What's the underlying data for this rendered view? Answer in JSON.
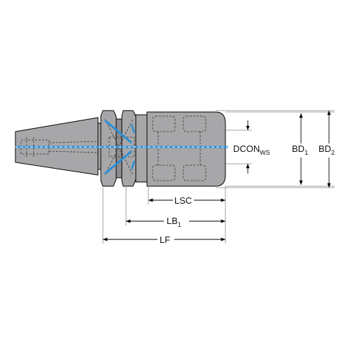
{
  "colors": {
    "body": "#a7a7a9",
    "body_dark": "#8d8d90",
    "outline": "#000000",
    "coolant": "#2a8fd6",
    "dim_line": "#000000",
    "ext_line": "#888888"
  },
  "labels": {
    "dconws_main": "DCON",
    "dconws_sub": "WS",
    "bd1_main": "BD",
    "bd1_sub": "1",
    "bd2_main": "BD",
    "bd2_sub": "2",
    "lsc": "LSC",
    "lb1_main": "LB",
    "lb1_sub": "1",
    "lf": "LF"
  }
}
